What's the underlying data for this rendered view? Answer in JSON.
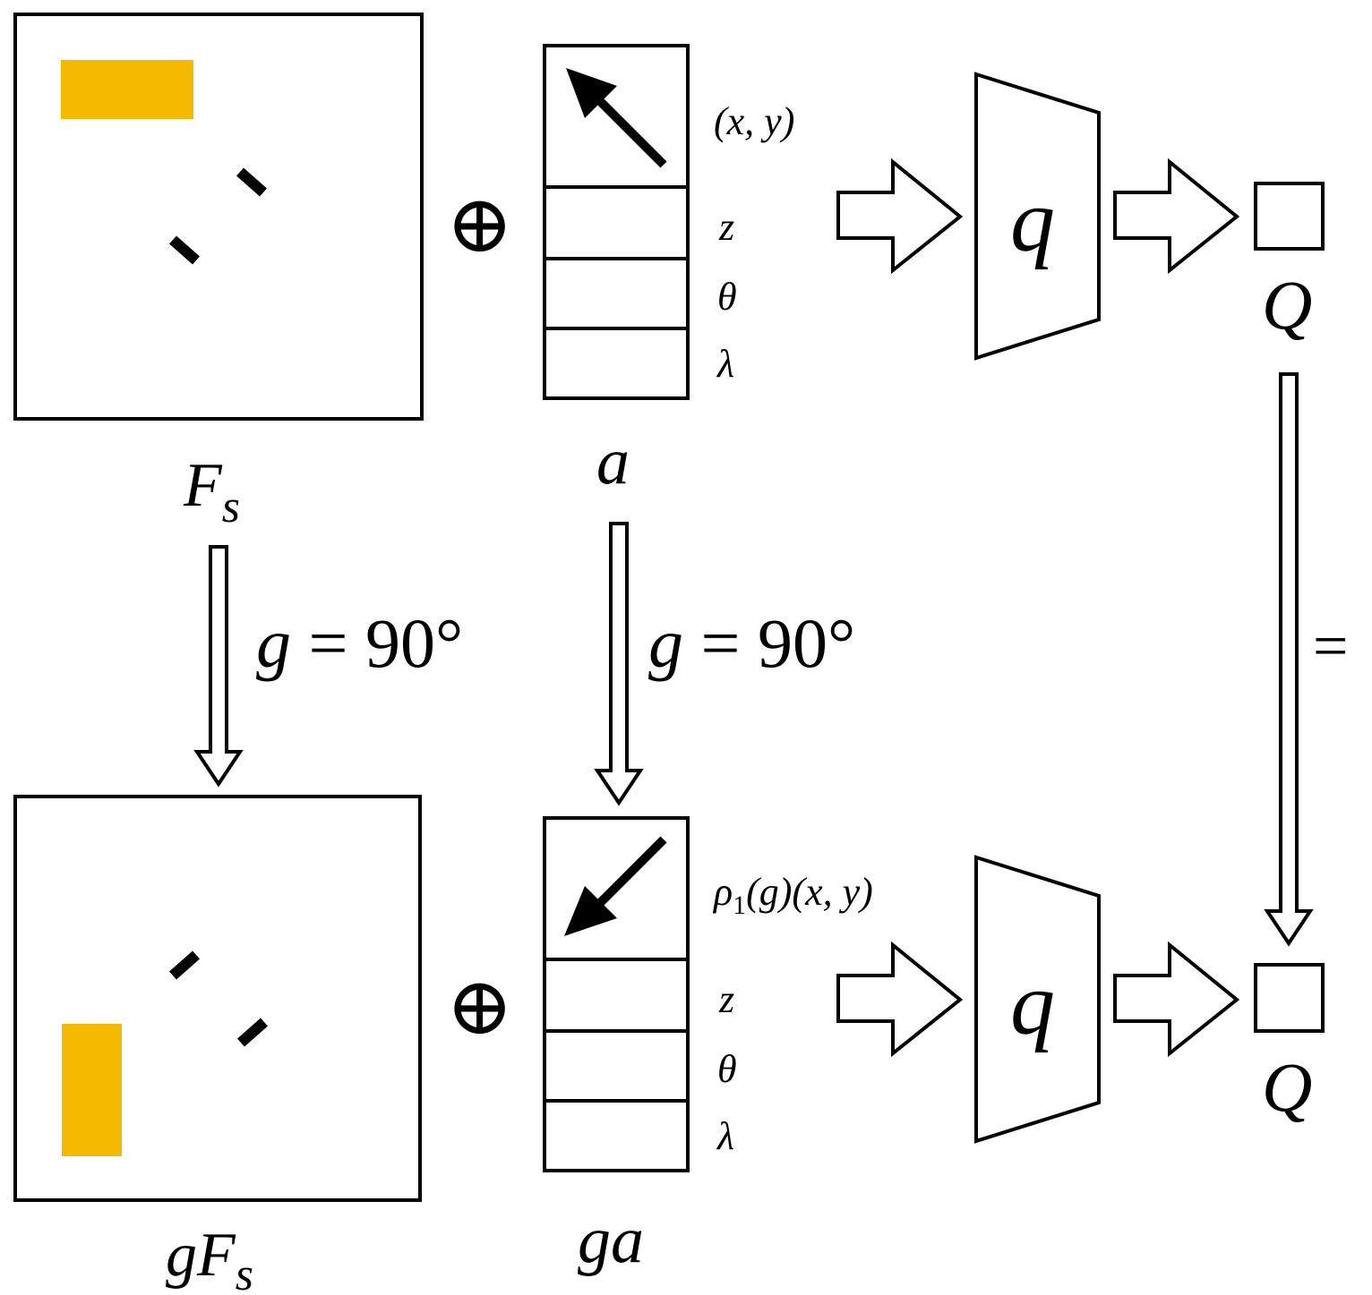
{
  "colors": {
    "stroke": "#000000",
    "object": "#F5BA00",
    "background": "#ffffff"
  },
  "top": {
    "state_label_main": "F",
    "state_label_sub": "s",
    "action_label": "a",
    "action_fields": [
      "(x, y)",
      "z",
      "θ",
      "λ"
    ],
    "concat_symbol": "⊕",
    "network_label": "q",
    "output_label": "Q"
  },
  "bottom": {
    "state_label_prefix": "g",
    "state_label_main": "F",
    "state_label_sub": "s",
    "action_label": "ga",
    "action_field_rho": "ρ",
    "action_field_rho_sub": "1",
    "action_field_rest": "(g)(x, y)",
    "action_fields": [
      "z",
      "θ",
      "λ"
    ],
    "concat_symbol": "⊕",
    "network_label": "q",
    "output_label": "Q"
  },
  "transforms": {
    "state_g": "g",
    "state_rest": " = 90°",
    "action_g": "g",
    "action_rest": " = 90°",
    "equality_symbol": "="
  },
  "icons": {
    "top_action_arrow": "arrow-up-left-icon",
    "bottom_action_arrow": "arrow-down-left-icon"
  }
}
